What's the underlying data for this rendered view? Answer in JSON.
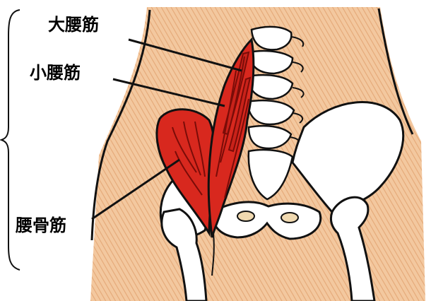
{
  "labels": {
    "psoas_major": "大腰筋",
    "psoas_minor": "小腰筋",
    "iliopsoas": "腰骨筋"
  },
  "colors": {
    "skin": "#f2c49a",
    "skin_hatch": "#e0a574",
    "muscle": "#d8281e",
    "muscle_dark": "#8e0f0a",
    "bone": "#ffffff",
    "outline": "#111111",
    "cartilage": "#f0d9b0"
  }
}
